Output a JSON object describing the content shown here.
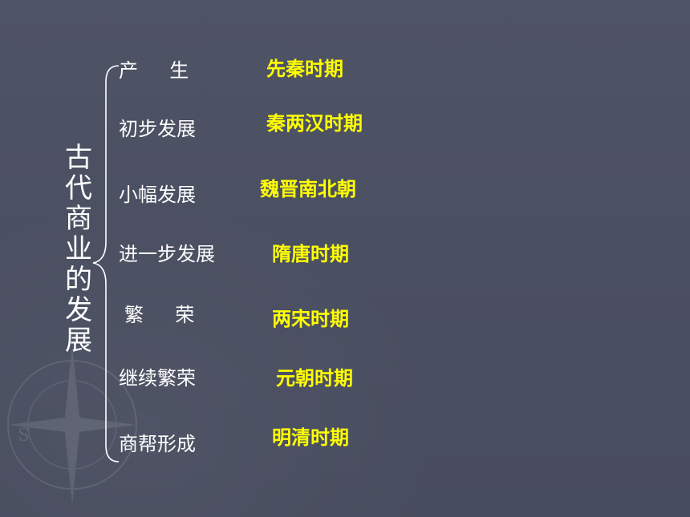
{
  "title_vertical": "古代商业的发展",
  "stages": [
    {
      "stage": "产　  生",
      "period": "先秦时期"
    },
    {
      "stage": "初步发展",
      "period": "秦两汉时期"
    },
    {
      "stage": "小幅发展",
      "period": "魏晋南北朝"
    },
    {
      "stage": "进一步发展",
      "period": "隋唐时期"
    },
    {
      "stage": "繁　  荣",
      "period": "两宋时期"
    },
    {
      "stage": "继续繁荣",
      "period": "元朝时期"
    },
    {
      "stage": "商帮形成",
      "period": "明清时期"
    }
  ],
  "colors": {
    "background": "#4b5062",
    "stage_text": "#ffffff",
    "period_text": "#ffff00",
    "brace": "#ffffff"
  }
}
